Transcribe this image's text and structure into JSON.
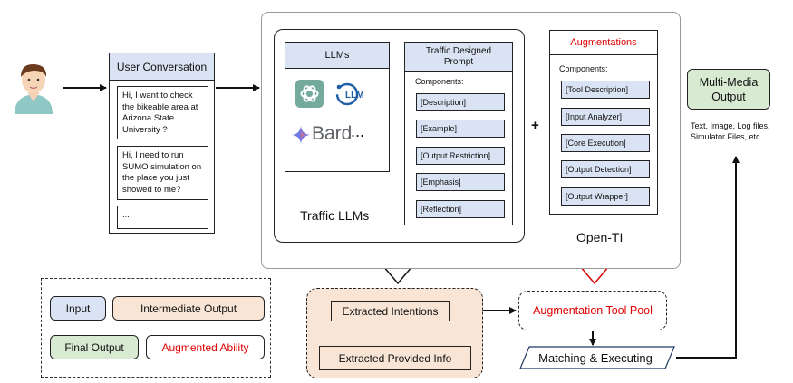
{
  "user_conversation": {
    "title": "User Conversation",
    "messages": [
      "Hi, I want to check the bikeable area at Arizona State University ?",
      "Hi, I need to run SUMO simulation on the place you just showed to me?",
      "..."
    ]
  },
  "llms": {
    "title": "LLMs",
    "bard_label": "Bard",
    "ellipsis": "...",
    "llm_logo_text": "LLM"
  },
  "traffic_prompt": {
    "title_line1": "Traffic Designed",
    "title_line2": "Prompt",
    "components_label": "Components:",
    "items": [
      "[Description]",
      "[Example]",
      "[Output Restriction]",
      "[Emphasis]",
      "[Reflection]"
    ]
  },
  "traffic_llms_label": "Traffic LLMs",
  "plus_sign": "+",
  "augmentations": {
    "title": "Augmentations",
    "components_label": "Components:",
    "items": [
      "[Tool Description]",
      "[Input Analyzer]",
      "[Core Execution]",
      "[Output Detection]",
      "[Output Wrapper]"
    ]
  },
  "open_ti_label": "Open-TI",
  "multi_media": {
    "title_line1": "Multi-Media",
    "title_line2": "Output",
    "desc_line1": "Text, Image, Log files,",
    "desc_line2": "Simulator Files, etc."
  },
  "extracted": {
    "intentions": "Extracted Intentions",
    "provided_info": "Extracted Provided Info"
  },
  "augmentation_tool_pool": "Augmentation Tool Pool",
  "matching_executing": "Matching & Executing",
  "legend": {
    "input": "Input",
    "intermediate_output": "Intermediate Output",
    "final_output": "Final Output",
    "augmented_ability": "Augmented Ability"
  },
  "colors": {
    "input_blue": "#dae3f3",
    "intermediate_orange": "#f8e5d5",
    "final_green": "#d9ead3",
    "augmented_red": "#e00000",
    "chatgpt_teal": "#74aa9c",
    "llm_logo_blue": "#1f5fa8"
  }
}
